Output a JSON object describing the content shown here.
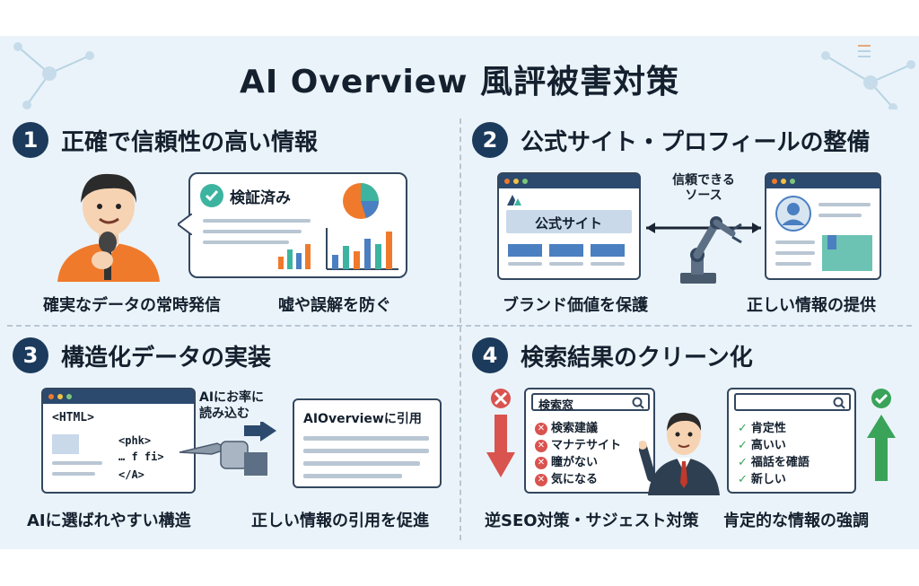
{
  "title": "AI Overview 風評被害対策",
  "sections": [
    {
      "number": "1",
      "heading": "正確で信頼性の高い情報",
      "badge_label": "検証済み",
      "captions": [
        "確実なデータの常時発信",
        "嘘や誤解を防ぐ"
      ]
    },
    {
      "number": "2",
      "heading": "公式サイト・プロフィールの整備",
      "site_label": "公式サイト",
      "source_label_line1": "信頼できる",
      "source_label_line2": "ソース",
      "captions": [
        "ブランド価値を保護",
        "正しい情報の提供"
      ]
    },
    {
      "number": "3",
      "heading": "構造化データの実装",
      "code_lines": [
        "<HTML>",
        "<phk>",
        "… f fi>",
        "</A>"
      ],
      "ai_note_line1": "AIにお率に",
      "ai_note_line2": "読み込む",
      "quote_label": "AIOverviewに引用",
      "captions": [
        "AIに選ばれやすい構造",
        "正しい情報の引用を促進"
      ]
    },
    {
      "number": "4",
      "heading": "検索結果のクリーン化",
      "search_label": "検索窓",
      "negative_items": [
        "検索建議",
        "マナテサイト",
        "瞳がない",
        "気になる"
      ],
      "positive_items": [
        "肯定性",
        "高いい",
        "福話を確語",
        "新しい"
      ],
      "captions": [
        "逆SEO対策・サジェスト対策",
        "肯定的な情報の強調"
      ]
    }
  ],
  "colors": {
    "navy": "#1b3a5c",
    "orange": "#f07a2b",
    "teal": "#3cb4a0",
    "red": "#d9534f",
    "green": "#3aa35a",
    "panel": "#eaf3f9"
  },
  "icons": [
    "check-circle-icon",
    "pie-chart-icon",
    "bar-chart-icon",
    "microphone-icon",
    "robot-arm-icon",
    "robot-hand-icon",
    "arrow-right-icon",
    "search-icon",
    "x-circle-icon",
    "check-icon",
    "arrow-down-icon",
    "arrow-up-icon",
    "user-profile-icon",
    "logo-icon"
  ]
}
